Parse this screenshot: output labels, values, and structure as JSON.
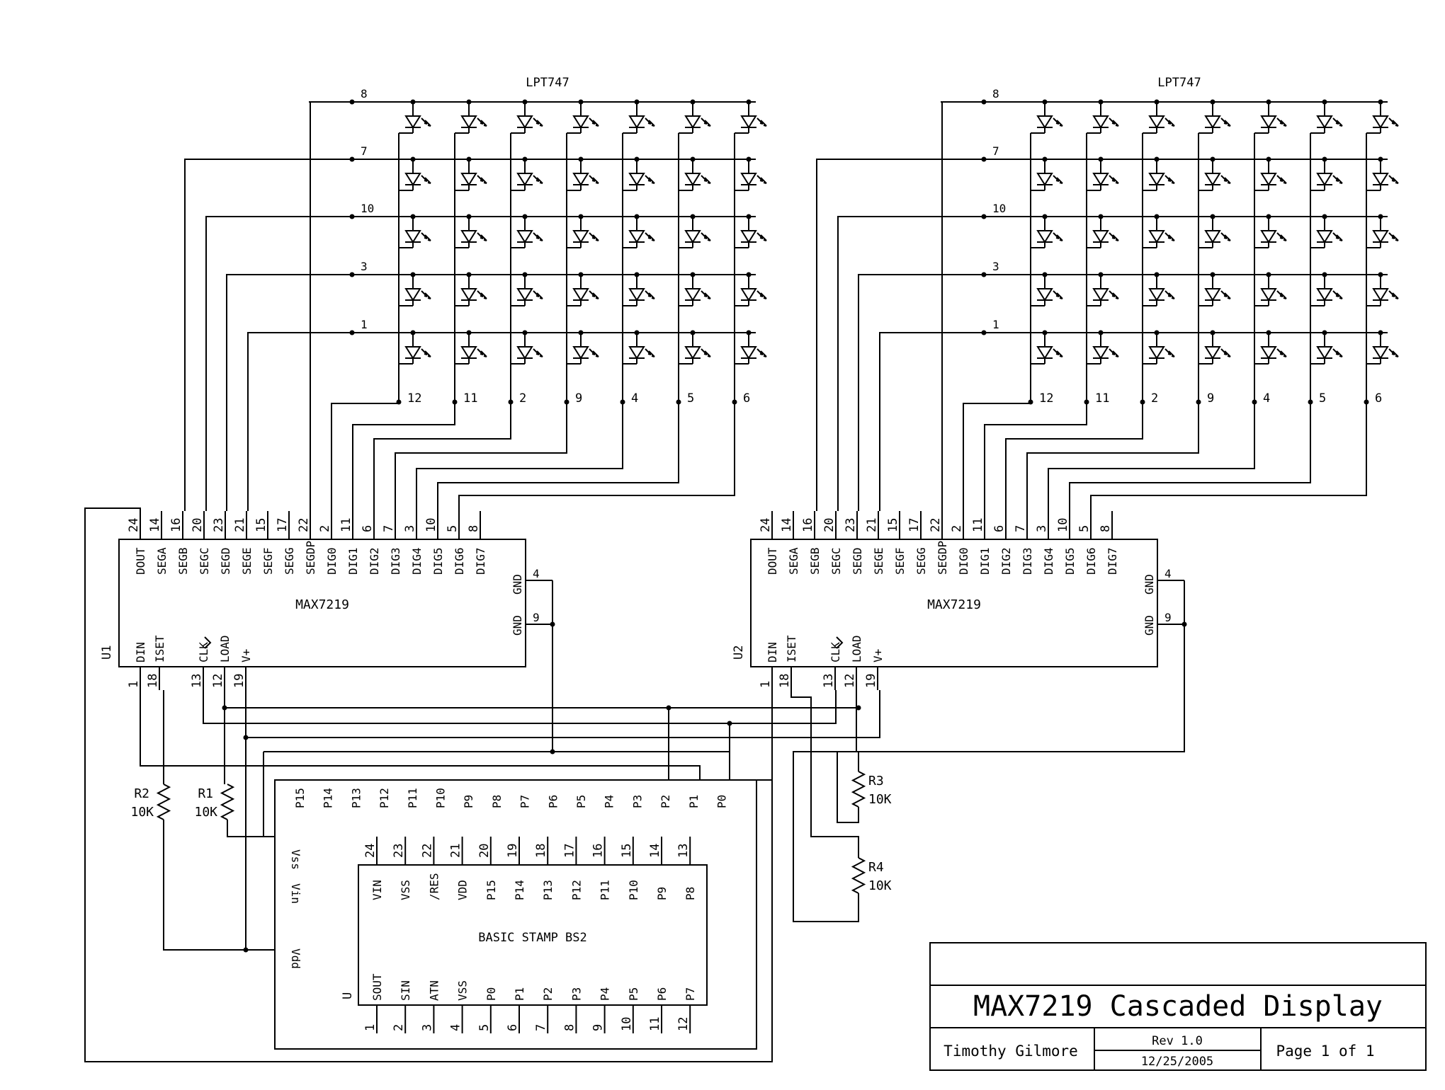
{
  "display": {
    "matrix_label": "LPT747",
    "row_pins": [
      "8",
      "7",
      "10",
      "3",
      "1"
    ],
    "col_pins": [
      "12",
      "11",
      "2",
      "9",
      "4",
      "5",
      "6"
    ]
  },
  "max7219": {
    "name": "MAX7219",
    "top_pins": [
      {
        "num": "24",
        "label": "DOUT"
      },
      {
        "num": "14",
        "label": "SEGA"
      },
      {
        "num": "16",
        "label": "SEGB"
      },
      {
        "num": "20",
        "label": "SEGC"
      },
      {
        "num": "23",
        "label": "SEGD"
      },
      {
        "num": "21",
        "label": "SEGE"
      },
      {
        "num": "15",
        "label": "SEGF"
      },
      {
        "num": "17",
        "label": "SEGG"
      },
      {
        "num": "22",
        "label": "SEGDP"
      },
      {
        "num": "2",
        "label": "DIG0"
      },
      {
        "num": "11",
        "label": "DIG1"
      },
      {
        "num": "6",
        "label": "DIG2"
      },
      {
        "num": "7",
        "label": "DIG3"
      },
      {
        "num": "3",
        "label": "DIG4"
      },
      {
        "num": "10",
        "label": "DIG5"
      },
      {
        "num": "5",
        "label": "DIG6"
      },
      {
        "num": "8",
        "label": "DIG7"
      }
    ],
    "bottom_pins": [
      {
        "num": "1",
        "label": "DIN"
      },
      {
        "num": "18",
        "label": "ISET"
      },
      {
        "num": "13",
        "label": "CLK"
      },
      {
        "num": "12",
        "label": "LOAD"
      },
      {
        "num": "19",
        "label": "V+"
      }
    ],
    "gnd_pins": [
      {
        "num": "4",
        "label": "GND"
      },
      {
        "num": "9",
        "label": "GND"
      }
    ],
    "designators": [
      "U1",
      "U2"
    ]
  },
  "stamp": {
    "name": "BASIC STAMP BS2",
    "designator": "U",
    "top_pins": [
      {
        "num": "24",
        "label": "VIN"
      },
      {
        "num": "23",
        "label": "VSS"
      },
      {
        "num": "22",
        "label": "/RES"
      },
      {
        "num": "21",
        "label": "VDD"
      },
      {
        "num": "20",
        "label": "P15"
      },
      {
        "num": "19",
        "label": "P14"
      },
      {
        "num": "18",
        "label": "P13"
      },
      {
        "num": "17",
        "label": "P12"
      },
      {
        "num": "16",
        "label": "P11"
      },
      {
        "num": "15",
        "label": "P10"
      },
      {
        "num": "14",
        "label": "P9"
      },
      {
        "num": "13",
        "label": "P8"
      }
    ],
    "bottom_pins": [
      {
        "num": "1",
        "label": "SOUT"
      },
      {
        "num": "2",
        "label": "SIN"
      },
      {
        "num": "3",
        "label": "ATN"
      },
      {
        "num": "4",
        "label": "VSS"
      },
      {
        "num": "5",
        "label": "P0"
      },
      {
        "num": "6",
        "label": "P1"
      },
      {
        "num": "7",
        "label": "P2"
      },
      {
        "num": "8",
        "label": "P3"
      },
      {
        "num": "9",
        "label": "P4"
      },
      {
        "num": "10",
        "label": "P5"
      },
      {
        "num": "11",
        "label": "P6"
      },
      {
        "num": "12",
        "label": "P7"
      }
    ]
  },
  "board": {
    "io_labels": [
      "P15",
      "P14",
      "P13",
      "P12",
      "P11",
      "P10",
      "P9",
      "P8",
      "P7",
      "P6",
      "P5",
      "P4",
      "P3",
      "P2",
      "P1",
      "P0"
    ],
    "power_labels": [
      "Vss",
      "Vin",
      "Vdd"
    ]
  },
  "resistors": [
    {
      "ref": "R2",
      "value": "10K"
    },
    {
      "ref": "R1",
      "value": "10K"
    },
    {
      "ref": "R3",
      "value": "10K"
    },
    {
      "ref": "R4",
      "value": "10K"
    }
  ],
  "title_block": {
    "title": "MAX7219 Cascaded Display",
    "author": "Timothy Gilmore",
    "rev": "Rev 1.0",
    "date": "12/25/2005",
    "page": "Page 1 of 1"
  }
}
